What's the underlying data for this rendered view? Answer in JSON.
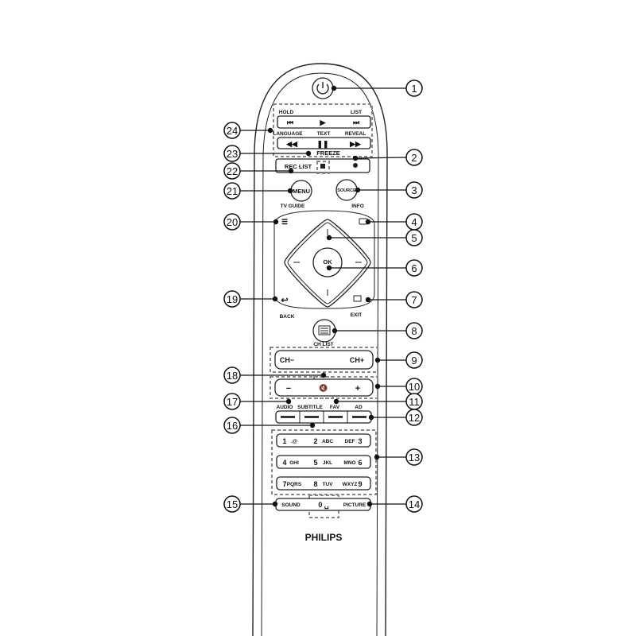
{
  "brand": "PHILIPS",
  "buttons": {
    "hold": "HOLD",
    "list": "LIST",
    "language": "LANGUAGE",
    "text": "TEXT",
    "reveal": "REVEAL",
    "freeze": "FREEZE",
    "rec_list": "REC LIST",
    "menu": "MENU",
    "source": "SOURCE",
    "tv_guide": "TV GUIDE",
    "info": "INFO",
    "ok": "OK",
    "back": "BACK",
    "exit": "EXIT",
    "ch_list": "CH LIST",
    "ch_minus": "CH−",
    "ch_plus": "CH+",
    "vol_minus": "−",
    "vol_plus": "+",
    "audio": "AUDIO",
    "subtitle": "SUBTITLE",
    "fav": "FAV",
    "ad": "AD",
    "sound": "SOUND",
    "picture": "PICTURE",
    "zero": "0 ␣",
    "numbers": [
      {
        "digit": "1",
        "letters": ".@"
      },
      {
        "digit": "2",
        "letters": "ABC"
      },
      {
        "digit": "3",
        "letters": "DEF"
      },
      {
        "digit": "4",
        "letters": "GHI"
      },
      {
        "digit": "5",
        "letters": "JKL"
      },
      {
        "digit": "6",
        "letters": "MNO"
      },
      {
        "digit": "7",
        "letters": "PQRS"
      },
      {
        "digit": "8",
        "letters": "TUV"
      },
      {
        "digit": "9",
        "letters": "WXYZ"
      }
    ]
  },
  "callouts": [
    "1",
    "2",
    "3",
    "4",
    "5",
    "6",
    "7",
    "8",
    "9",
    "10",
    "11",
    "12",
    "13",
    "14",
    "15",
    "16",
    "17",
    "18",
    "19",
    "20",
    "21",
    "22",
    "23",
    "24"
  ]
}
